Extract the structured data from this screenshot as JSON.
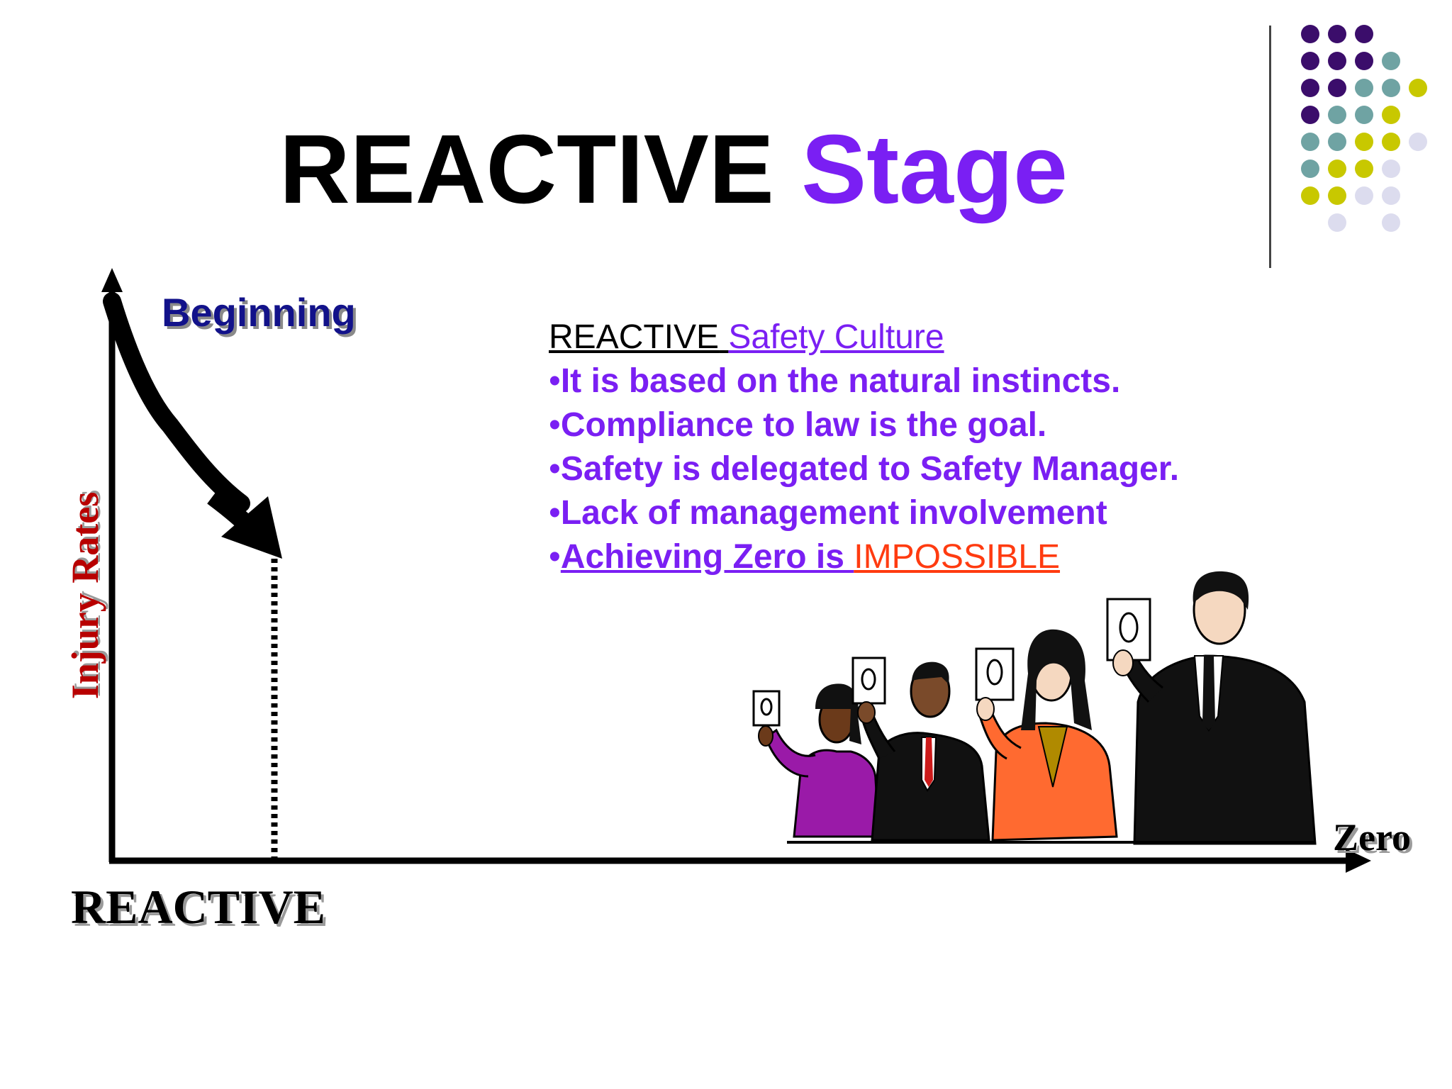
{
  "title": {
    "text": "REACTIVE",
    "accent": "Stage"
  },
  "diagram": {
    "y_axis_label": "Injury Rates",
    "x_axis_end_label": "Zero",
    "stage_label": "REACTIVE",
    "curve_start_label": "Beginning"
  },
  "textbox": {
    "heading_black": "REACTIVE",
    "heading_purple": "Safety Culture",
    "bullet_char": "•",
    "bullets": [
      "It is based on the natural instincts.",
      "Compliance to law is the goal.",
      "Safety is delegated to Safety Manager.",
      "Lack of management involvement"
    ],
    "last_bullet_prefix": "Achieving Zero is ",
    "last_bullet_emphasis": "IMPOSSIBLE"
  },
  "cards": [
    "0",
    "0",
    "0",
    "0",
    "0"
  ],
  "colors": {
    "accent_purple": "#7a1ff3",
    "dark_purple": "#3b0d6b",
    "teal": "#6fa3a3",
    "olive": "#c8c800",
    "lavender": "#dcdcee",
    "impossible_red": "#ff3b10",
    "axis_label_red": "#b80000",
    "beginning_navy": "#12128a"
  }
}
